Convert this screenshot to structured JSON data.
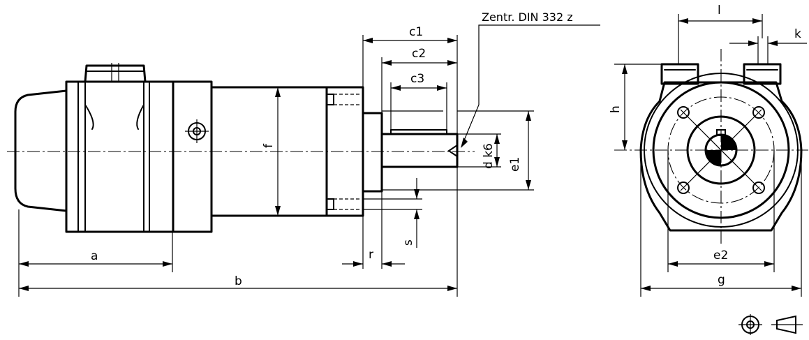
{
  "diagram": {
    "note": "Zentr. DIN 332  z",
    "dimensions": {
      "a": "a",
      "b": "b",
      "c1": "c1",
      "c2": "c2",
      "c3": "c3",
      "d": "d k6",
      "e1": "e1",
      "e2": "e2",
      "f": "f",
      "g": "g",
      "h": "h",
      "k": "k",
      "l": "l",
      "r": "r",
      "s": "s"
    },
    "symbols": [
      "projection-circle-icon",
      "projection-cone-icon"
    ]
  }
}
